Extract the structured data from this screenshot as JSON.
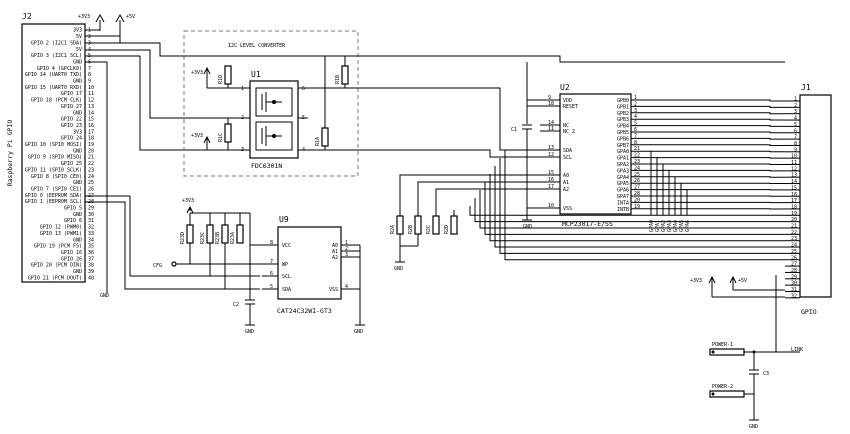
{
  "j2": {
    "ref": "J2",
    "title": "Raspberry Pi GPIO",
    "pins": [
      {
        "n": "1",
        "label": "3V3"
      },
      {
        "n": "2",
        "label": "5V"
      },
      {
        "n": "3",
        "label": "GPIO 2 (I2C1 SDA)"
      },
      {
        "n": "4",
        "label": "5V"
      },
      {
        "n": "5",
        "label": "GPIO 3 (I2C1 SCL)"
      },
      {
        "n": "6",
        "label": "GND"
      },
      {
        "n": "7",
        "label": "GPIO 4 (GPCLK0)"
      },
      {
        "n": "8",
        "label": "GPIO 14 (UART0 TXD)"
      },
      {
        "n": "9",
        "label": "GND"
      },
      {
        "n": "10",
        "label": "GPIO 15 (UART0 RXD)"
      },
      {
        "n": "11",
        "label": "GPIO 17"
      },
      {
        "n": "12",
        "label": "GPIO 18 (PCM CLK)"
      },
      {
        "n": "13",
        "label": "GPIO 27"
      },
      {
        "n": "14",
        "label": "GND"
      },
      {
        "n": "15",
        "label": "GPIO 22"
      },
      {
        "n": "16",
        "label": "GPIO 23"
      },
      {
        "n": "17",
        "label": "3V3"
      },
      {
        "n": "18",
        "label": "GPIO 24"
      },
      {
        "n": "19",
        "label": "GPIO 10 (SPI0 MOSI)"
      },
      {
        "n": "20",
        "label": "GND"
      },
      {
        "n": "21",
        "label": "GPIO 9 (SPI0 MISO)"
      },
      {
        "n": "22",
        "label": "GPIO 25"
      },
      {
        "n": "23",
        "label": "GPIO 11 (SPI0 SCLK)"
      },
      {
        "n": "24",
        "label": "GPIO 8 (SPI0 CE0)"
      },
      {
        "n": "25",
        "label": "GND"
      },
      {
        "n": "26",
        "label": "GPIO 7 (SPI0 CE1)"
      },
      {
        "n": "27",
        "label": "GPIO 0 (EEPROM SDA)"
      },
      {
        "n": "28",
        "label": "GPIO 1 (EEPROM SCL)"
      },
      {
        "n": "29",
        "label": "GPIO 5"
      },
      {
        "n": "30",
        "label": "GND"
      },
      {
        "n": "31",
        "label": "GPIO 6"
      },
      {
        "n": "32",
        "label": "GPIO 12 (PWM0)"
      },
      {
        "n": "33",
        "label": "GPIO 13 (PWM1)"
      },
      {
        "n": "34",
        "label": "GND"
      },
      {
        "n": "35",
        "label": "GPIO 19 (PCM FS)"
      },
      {
        "n": "36",
        "label": "GPIO 16"
      },
      {
        "n": "37",
        "label": "GPIO 26"
      },
      {
        "n": "38",
        "label": "GPIO 20 (PCM DIN)"
      },
      {
        "n": "39",
        "label": "GND"
      },
      {
        "n": "40",
        "label": "GPIO 21 (PCM DOUT)"
      }
    ]
  },
  "power_labels": {
    "v33": "+3V3",
    "v5": "+5V",
    "gnd": "GND"
  },
  "level_converter": {
    "title": "I2C LEVEL CONVERTER",
    "ref": "U1",
    "part": "FDC6301N",
    "resistors": [
      "R1D",
      "R1C",
      "R1B",
      "R1A"
    ],
    "pins": [
      "1",
      "2",
      "3",
      "4",
      "5",
      "6"
    ]
  },
  "u2": {
    "ref": "U2",
    "part": "MCP23017-E/SS",
    "left_pins": [
      {
        "n": "9",
        "label": "VDD"
      },
      {
        "n": "18",
        "label": "RESET"
      },
      {
        "n": "14",
        "label": "NC"
      },
      {
        "n": "11",
        "label": "NC_2"
      },
      {
        "n": "13",
        "label": "SDA"
      },
      {
        "n": "12",
        "label": "SCL"
      },
      {
        "n": "15",
        "label": "A0"
      },
      {
        "n": "16",
        "label": "A1"
      },
      {
        "n": "17",
        "label": "A2"
      },
      {
        "n": "10",
        "label": "VSS"
      }
    ],
    "right_pins": [
      {
        "n": "1",
        "label": "GPB0"
      },
      {
        "n": "2",
        "label": "GPB1"
      },
      {
        "n": "3",
        "label": "GPB2"
      },
      {
        "n": "4",
        "label": "GPB3"
      },
      {
        "n": "5",
        "label": "GPB4"
      },
      {
        "n": "6",
        "label": "GPB5"
      },
      {
        "n": "7",
        "label": "GPB6"
      },
      {
        "n": "8",
        "label": "GPB7"
      },
      {
        "n": "21",
        "label": "GPA0"
      },
      {
        "n": "22",
        "label": "GPA1"
      },
      {
        "n": "23",
        "label": "GPA2"
      },
      {
        "n": "24",
        "label": "GPA3"
      },
      {
        "n": "25",
        "label": "GPA4"
      },
      {
        "n": "26",
        "label": "GPA5"
      },
      {
        "n": "27",
        "label": "GPA6"
      },
      {
        "n": "28",
        "label": "GPA7"
      },
      {
        "n": "20",
        "label": "INTA"
      },
      {
        "n": "19",
        "label": "INTB"
      }
    ],
    "cap": "C1"
  },
  "gpa_labels": [
    "GPA0",
    "GPA1",
    "GPA2",
    "GPA3",
    "GPA4",
    "GPA5",
    "GPA6"
  ],
  "addr_resistors": [
    "R2A",
    "R2B",
    "R2C",
    "R2D"
  ],
  "u9": {
    "ref": "U9",
    "part": "CAT24C32WI-GT3",
    "left_pins": [
      {
        "n": "8",
        "label": "VCC"
      },
      {
        "n": "7",
        "label": "WP"
      },
      {
        "n": "6",
        "label": "SCL"
      },
      {
        "n": "5",
        "label": "SDA"
      }
    ],
    "right_pins": [
      {
        "n": "1",
        "label": "A0"
      },
      {
        "n": "2",
        "label": "A1"
      },
      {
        "n": "3",
        "label": "A2"
      },
      {
        "n": "4",
        "label": "VSS"
      }
    ],
    "resistors": [
      "R23D",
      "R23C",
      "R23B",
      "R23A"
    ],
    "cap": "C2",
    "cfg": "CFG"
  },
  "j1": {
    "ref": "J1",
    "title": "GPIO",
    "pins": [
      "1",
      "2",
      "3",
      "4",
      "5",
      "6",
      "7",
      "8",
      "9",
      "10",
      "11",
      "12",
      "13",
      "14",
      "15",
      "16",
      "17",
      "18",
      "19",
      "20",
      "21",
      "22",
      "23",
      "24",
      "25",
      "26",
      "27",
      "28",
      "29",
      "30",
      "31",
      "32"
    ]
  },
  "power_section": {
    "power1": "POWER-1",
    "power2": "POWER-2",
    "link": "LINK",
    "cap": "C3"
  }
}
